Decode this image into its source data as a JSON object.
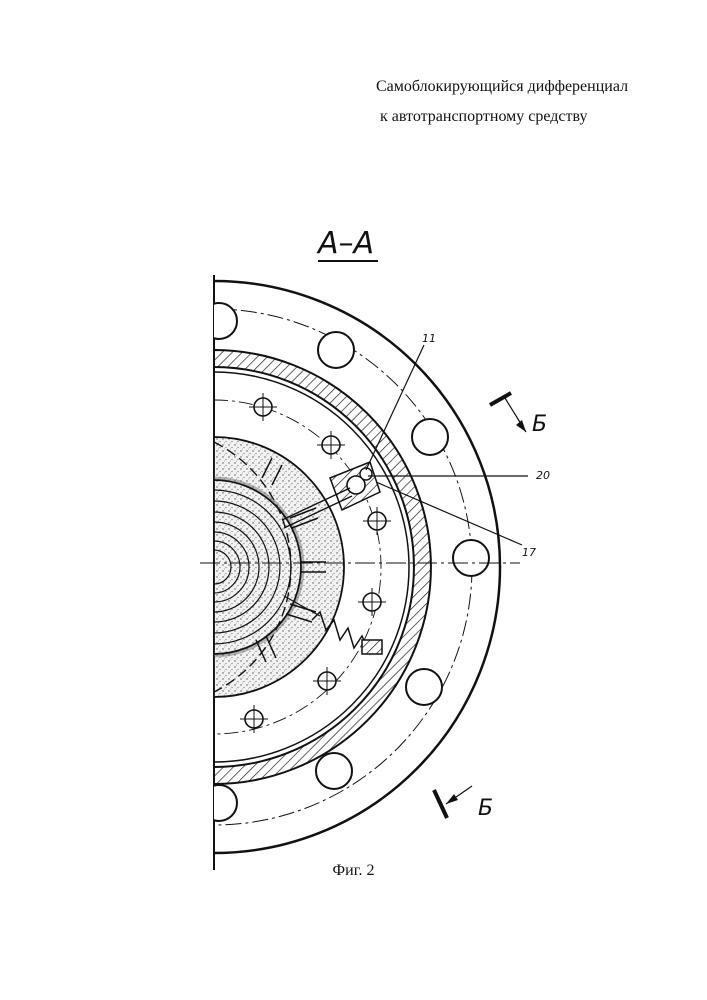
{
  "document": {
    "title_line1": "Самоблокирующийся дифференциал",
    "title_line2": "к автотранспортному средству",
    "caption": "Фиг. 2"
  },
  "drawing": {
    "section_label": "А–А",
    "callouts": {
      "c11": "11",
      "c20": "20",
      "c17": "17"
    },
    "section_mark_top": "Б",
    "section_mark_bottom": "Б"
  }
}
